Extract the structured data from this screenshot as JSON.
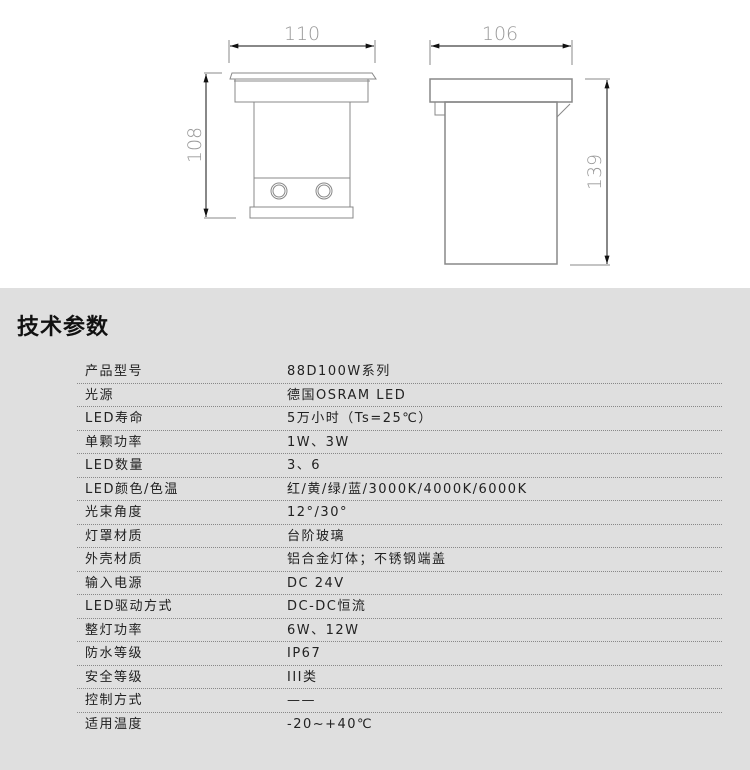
{
  "drawing": {
    "front_width": "110",
    "front_height": "108",
    "side_width": "106",
    "side_height": "139"
  },
  "title": "技术参数",
  "specs": [
    {
      "label": "产品型号",
      "value": "88D100W系列"
    },
    {
      "label": "光源",
      "value": "德国OSRAM LED"
    },
    {
      "label": "LED寿命",
      "value": "5万小时（Ts=25℃）"
    },
    {
      "label": "单颗功率",
      "value": "1W、3W"
    },
    {
      "label": "LED数量",
      "value": "3、6"
    },
    {
      "label": "LED颜色/色温",
      "value": "红/黄/绿/蓝/3000K/4000K/6000K"
    },
    {
      "label": "光束角度",
      "value": "12°/30°"
    },
    {
      "label": "灯罩材质",
      "value": "台阶玻璃"
    },
    {
      "label": "外壳材质",
      "value": "铝合金灯体；不锈钢端盖"
    },
    {
      "label": "输入电源",
      "value": "DC 24V"
    },
    {
      "label": "LED驱动方式",
      "value": "DC-DC恒流"
    },
    {
      "label": "整灯功率",
      "value": "6W、12W"
    },
    {
      "label": "防水等级",
      "value": "IP67"
    },
    {
      "label": "安全等级",
      "value": "III类"
    },
    {
      "label": "控制方式",
      "value": "——"
    },
    {
      "label": "适用温度",
      "value": "-20~+40℃"
    }
  ]
}
